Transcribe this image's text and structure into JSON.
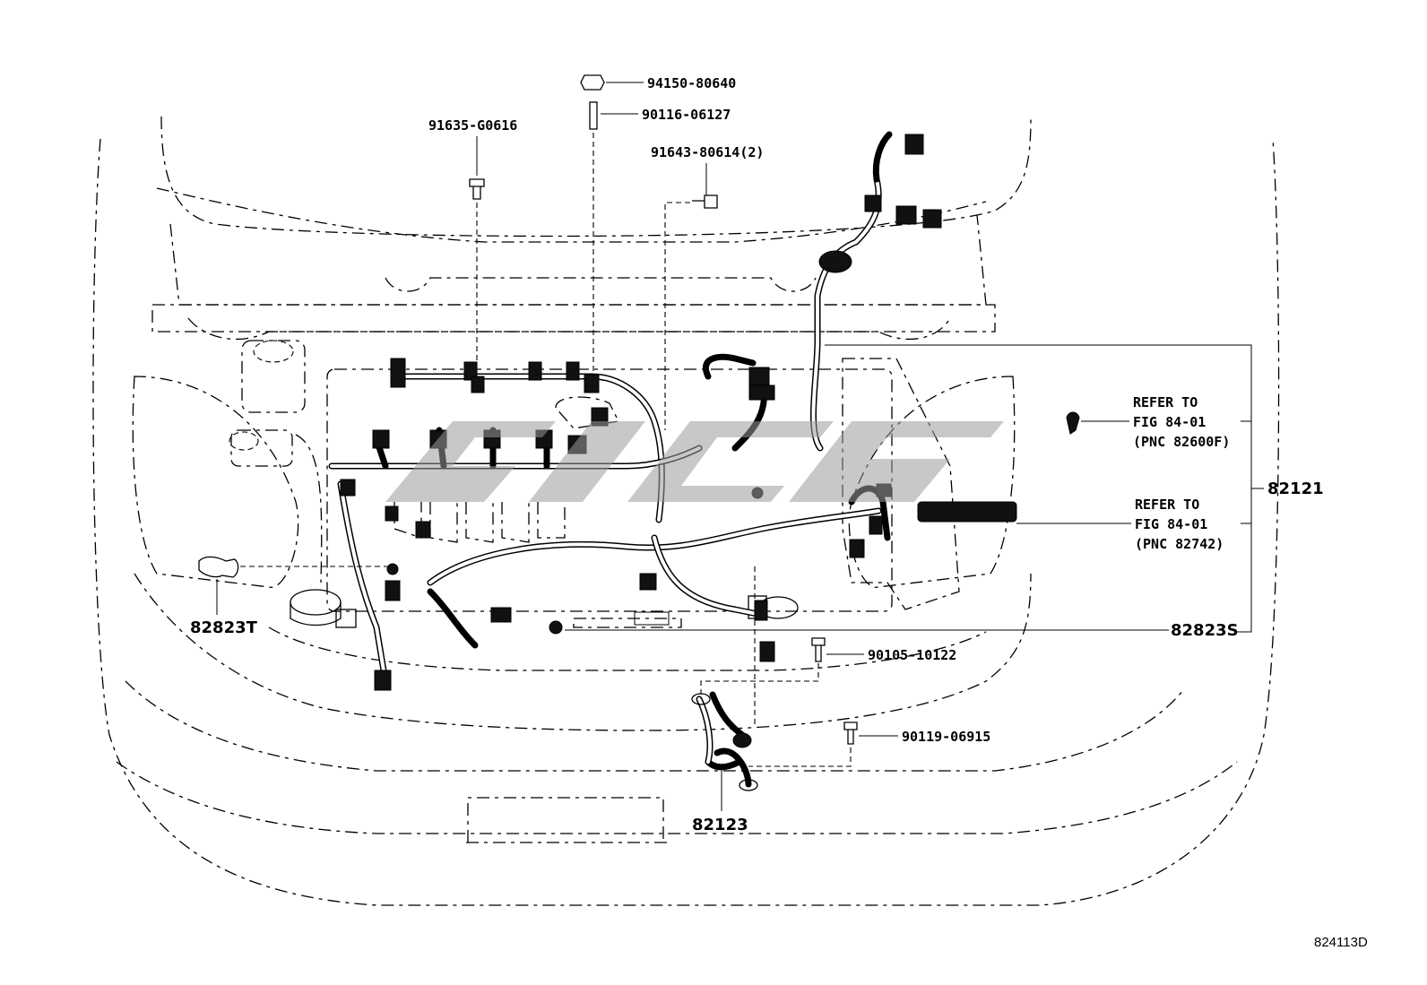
{
  "parts": {
    "p94150": "94150-80640",
    "p90116": "90116-06127",
    "p91635": "91635-G0616",
    "p91643": "91643-80614(2)",
    "p82121": "82121",
    "p82823T": "82823T",
    "p82823S": "82823S",
    "p90105": "90105-10122",
    "p90119": "90119-06915",
    "p82123": "82123"
  },
  "refs": [
    {
      "line1": "REFER TO",
      "line2": "FIG 84-01",
      "line3": "(PNC 82600F)"
    },
    {
      "line1": "REFER TO",
      "line2": "FIG 84-01",
      "line3": "(PNC 82742)"
    }
  ],
  "figure_id": "824113D",
  "colors": {
    "ink": "#000000",
    "watermark": "#9a9a9a",
    "background": "#ffffff"
  }
}
